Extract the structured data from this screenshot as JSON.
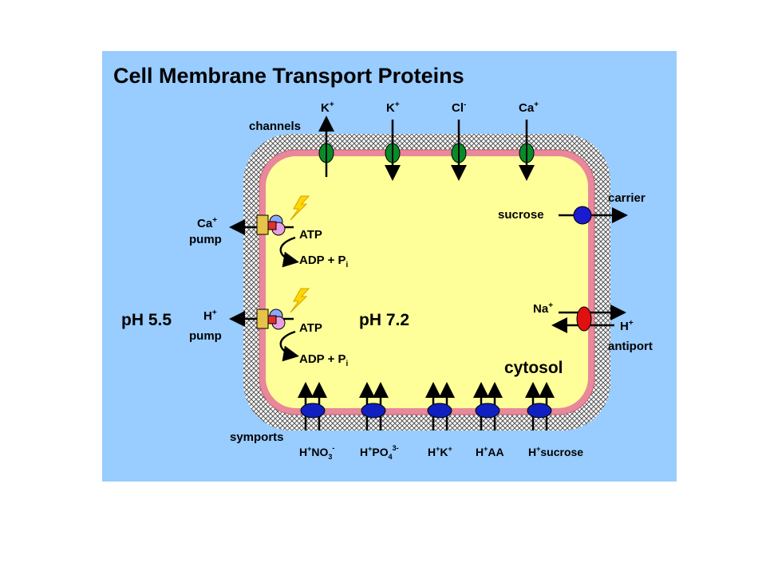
{
  "title": "Cell Membrane Transport Proteins",
  "labels": {
    "channels": "channels",
    "carrier": "carrier",
    "sucrose": "sucrose",
    "ca_pump_ion": "Ca",
    "ca_pump_word": "pump",
    "h_pump_ion": "H",
    "h_pump_word": "pump",
    "ph_outside": "pH 5.5",
    "ph_inside": "pH 7.2",
    "atp": "ATP",
    "adp": "ADP + P",
    "adp_sub": "i",
    "na": "Na",
    "h_antiport": "H",
    "antiport": "antiport",
    "cytosol": "cytosol",
    "symports": "symports",
    "plus": "+"
  },
  "channels": [
    {
      "ion": "K",
      "charge": "+"
    },
    {
      "ion": "K",
      "charge": "+"
    },
    {
      "ion": "Cl",
      "charge": "-"
    },
    {
      "ion": "Ca",
      "charge": "+"
    }
  ],
  "symports": [
    {
      "h": "H",
      "h_charge": "+",
      "partner": "NO",
      "sub": "3",
      "sup": "-"
    },
    {
      "h": "H",
      "h_charge": "+",
      "partner": "PO",
      "sub": "4",
      "sup": "3-"
    },
    {
      "h": "H",
      "h_charge": "+",
      "partner": "K",
      "sub": "",
      "sup": "+"
    },
    {
      "h": "H",
      "h_charge": "+",
      "partner": "AA",
      "sub": "",
      "sup": ""
    },
    {
      "h": "H",
      "h_charge": "+",
      "partner": "sucrose",
      "sub": "",
      "sup": ""
    }
  ],
  "colors": {
    "background": "#99ccff",
    "cytosol": "#ffff99",
    "membrane_inner": "#e8889a",
    "channel": "#0a8a2a",
    "carrier": "#1a1ad0",
    "antiport": "#e01010",
    "symport": "#1020c0",
    "lightning": "#ffd800"
  }
}
